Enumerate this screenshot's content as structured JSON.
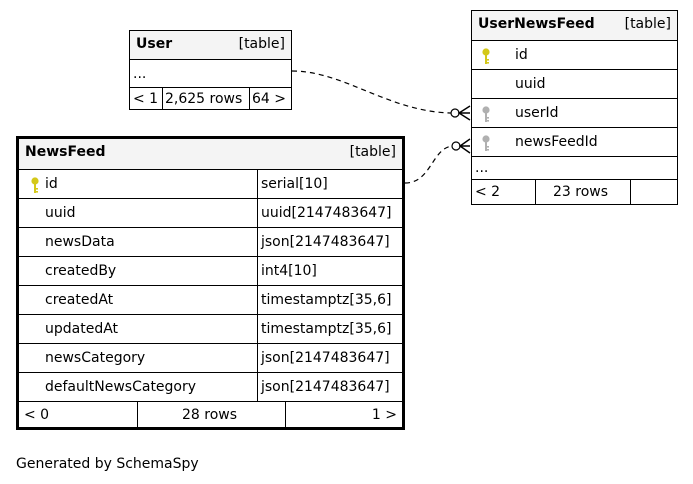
{
  "tables": {
    "user": {
      "name": "User",
      "kind": "[table]",
      "ellipsis": "...",
      "footer": {
        "prev": "< 1",
        "rows": "2,625 rows",
        "next": "64 >"
      }
    },
    "user_news_feed": {
      "name": "UserNewsFeed",
      "kind": "[table]",
      "columns": [
        {
          "name": "id",
          "key": "primary"
        },
        {
          "name": "uuid",
          "key": "none"
        },
        {
          "name": "userId",
          "key": "foreign"
        },
        {
          "name": "newsFeedId",
          "key": "foreign"
        }
      ],
      "ellipsis": "...",
      "footer": {
        "prev": "< 2",
        "rows": "23 rows",
        "next": ""
      }
    },
    "news_feed": {
      "name": "NewsFeed",
      "kind": "[table]",
      "columns": [
        {
          "name": "id",
          "type": "serial[10]",
          "key": "primary"
        },
        {
          "name": "uuid",
          "type": "uuid[2147483647]",
          "key": "none"
        },
        {
          "name": "newsData",
          "type": "json[2147483647]",
          "key": "none"
        },
        {
          "name": "createdBy",
          "type": "int4[10]",
          "key": "none"
        },
        {
          "name": "createdAt",
          "type": "timestamptz[35,6]",
          "key": "none"
        },
        {
          "name": "updatedAt",
          "type": "timestamptz[35,6]",
          "key": "none"
        },
        {
          "name": "newsCategory",
          "type": "json[2147483647]",
          "key": "none"
        },
        {
          "name": "defaultNewsCategory",
          "type": "json[2147483647]",
          "key": "none"
        }
      ],
      "footer": {
        "prev": "< 0",
        "rows": "28 rows",
        "next": "1 >"
      }
    }
  },
  "colors": {
    "primary_key": "#d4c81a",
    "foreign_key": "#b0b0b0",
    "header_bg": "#f4f4f4"
  },
  "generated_by": "Generated by SchemaSpy"
}
